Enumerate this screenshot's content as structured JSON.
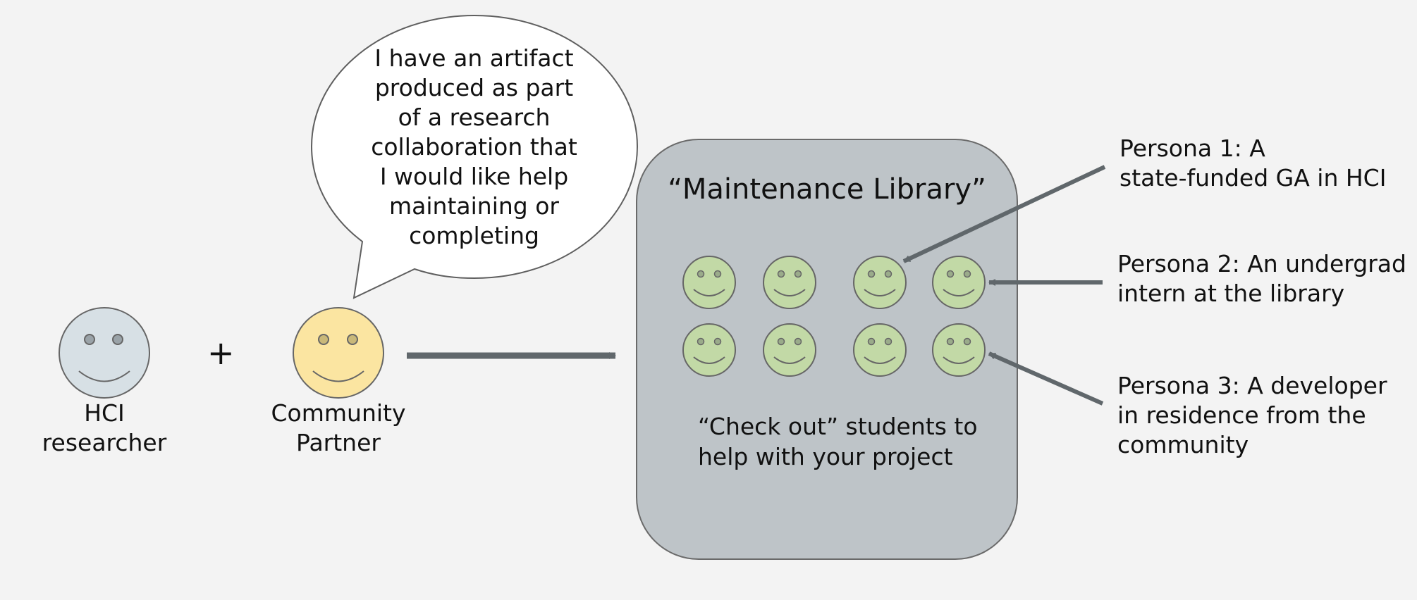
{
  "diagram": {
    "researcher": {
      "label": "HCI\nresearcher"
    },
    "plus": "+",
    "partner": {
      "label": "Community\nPartner"
    },
    "speech_bubble": {
      "text": "I have an artifact\nproduced as part\nof a research\ncollaboration that\nI would like help\nmaintaining or\ncompleting"
    },
    "library": {
      "title": "“Maintenance Library”",
      "caption": "“Check out” students to\nhelp with your project"
    },
    "personas": [
      {
        "text": "Persona 1: A\nstate-funded GA in HCI"
      },
      {
        "text": "Persona 2: An undergrad\nintern at the library"
      },
      {
        "text": "Persona 3: A developer\nin residence from the\ncommunity"
      }
    ]
  },
  "colors": {
    "background": "#f3f3f3",
    "researcher_face": "#d7e0e5",
    "partner_face": "#fbe5a1",
    "student_face": "#c2d9a6",
    "library_box": "#bec4c8",
    "arrow": "#60676b",
    "outline": "#666666"
  },
  "icons": {
    "researcher": "smiley-face-icon",
    "partner": "smiley-face-icon",
    "students": "smiley-face-icon"
  }
}
